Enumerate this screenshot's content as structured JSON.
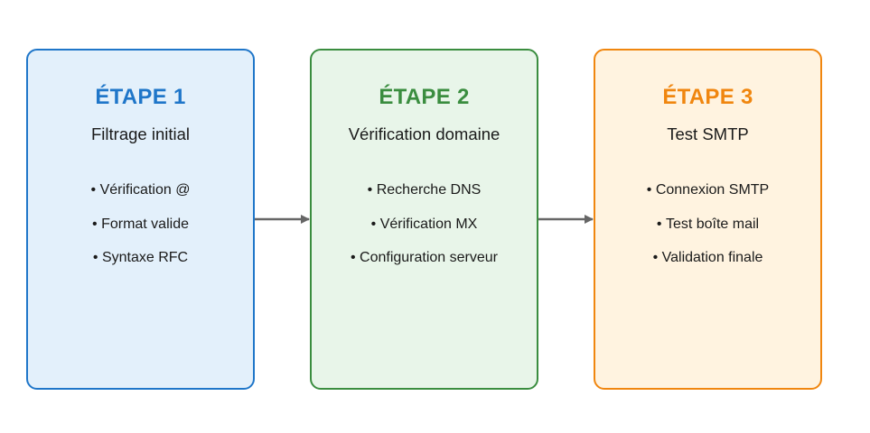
{
  "colors": {
    "arrow": "#666666",
    "stage1": {
      "border": "#1f76c9",
      "fill": "#e3f0fb",
      "title": "#1f76c9"
    },
    "stage2": {
      "border": "#3a8d3f",
      "fill": "#e8f5e9",
      "title": "#3a8d3f"
    },
    "stage3": {
      "border": "#f0860f",
      "fill": "#fff3e0",
      "title": "#f0860f"
    }
  },
  "stages": [
    {
      "title": "ÉTAPE 1",
      "subtitle": "Filtrage initial",
      "items": [
        "Vérification @",
        "Format valide",
        "Syntaxe RFC"
      ]
    },
    {
      "title": "ÉTAPE 2",
      "subtitle": "Vérification domaine",
      "items": [
        "Recherche DNS",
        "Vérification MX",
        "Configuration serveur"
      ]
    },
    {
      "title": "ÉTAPE 3",
      "subtitle": "Test SMTP",
      "items": [
        "Connexion SMTP",
        "Test boîte mail",
        "Validation finale"
      ]
    }
  ]
}
